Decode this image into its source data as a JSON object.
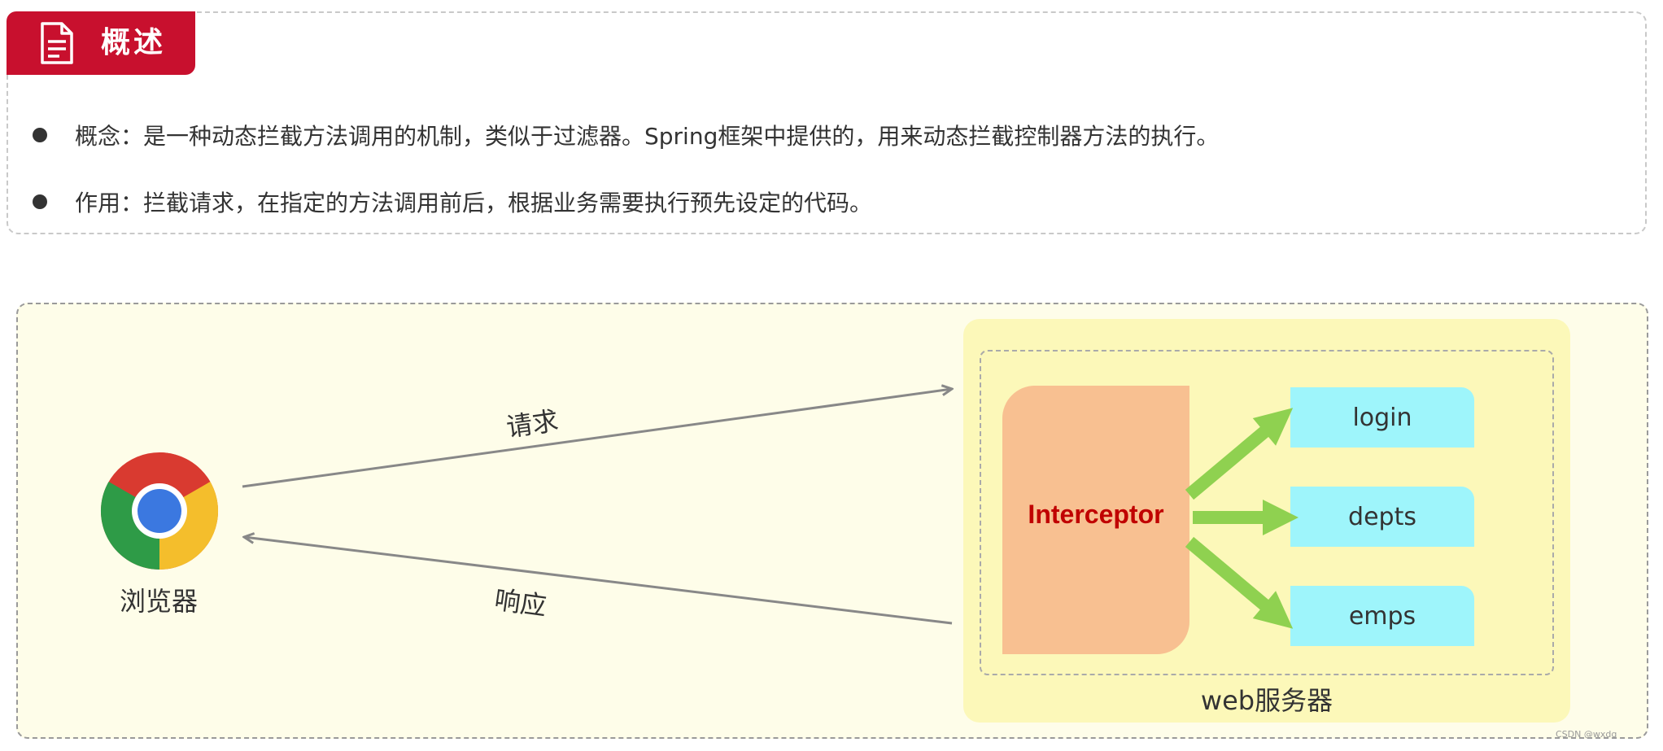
{
  "header": {
    "title": "概述",
    "icon": "document-icon",
    "accent_color": "#c8102e"
  },
  "bullets": [
    {
      "text": "概念：是一种动态拦截方法调用的机制，类似于过滤器。Spring框架中提供的，用来动态拦截控制器方法的执行。"
    },
    {
      "text": "作用：拦截请求，在指定的方法调用前后，根据业务需要执行预先设定的代码。"
    }
  ],
  "diagram": {
    "browser": {
      "label": "浏览器",
      "icon": "chrome-icon"
    },
    "request_label": "请求",
    "response_label": "响应",
    "server": {
      "label": "web服务器",
      "interceptor": "Interceptor",
      "endpoints": [
        "login",
        "depts",
        "emps"
      ]
    },
    "colors": {
      "panel_bg": "#fefde9",
      "server_bg": "#fcf8b9",
      "interceptor_bg": "#f8c091",
      "interceptor_text": "#c00000",
      "endpoint_bg": "#9ef5fb",
      "green_arrow": "#8fd150"
    }
  },
  "watermark": "CSDN @wxdg"
}
